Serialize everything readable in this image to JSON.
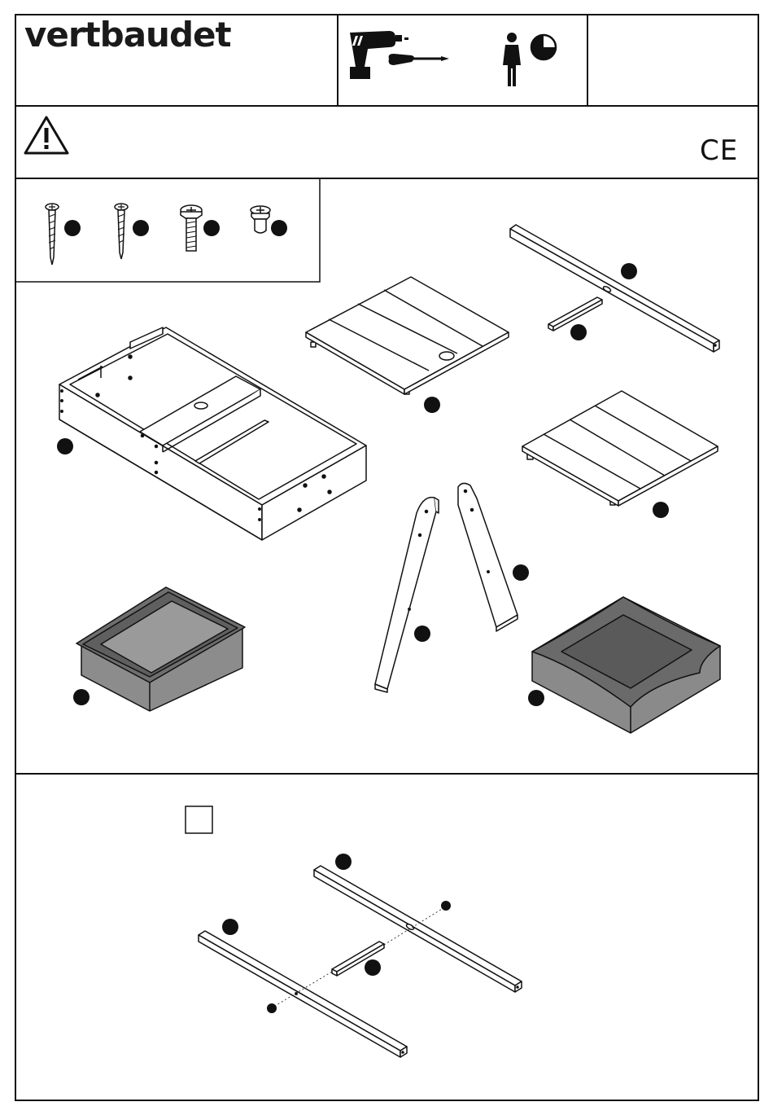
{
  "header": {
    "brand": "vertbaudet",
    "tools": [
      "drill-icon",
      "screwdriver-icon"
    ],
    "assembly": [
      "person-icon",
      "quarter-clock-icon"
    ]
  },
  "warning": {
    "icon": "warning-triangle-icon",
    "glyph": "!",
    "mark": "CE"
  },
  "hardware": {
    "items": [
      "wood-screw-long",
      "wood-screw-short",
      "machine-bolt",
      "barrel-nut"
    ]
  },
  "parts": {
    "list": [
      "sand-water-frame",
      "table-top-with-hole",
      "long-rail",
      "cross-bar",
      "table-top",
      "leg-left",
      "leg-right",
      "water-tray",
      "sand-liner"
    ]
  },
  "step1": {
    "items": [
      "long-rail-back",
      "long-rail-front",
      "cross-bar"
    ]
  },
  "colors": {
    "line": "#111111",
    "fill_dark": "#7a7a7a",
    "fill_tray": "#8c8c8c"
  }
}
